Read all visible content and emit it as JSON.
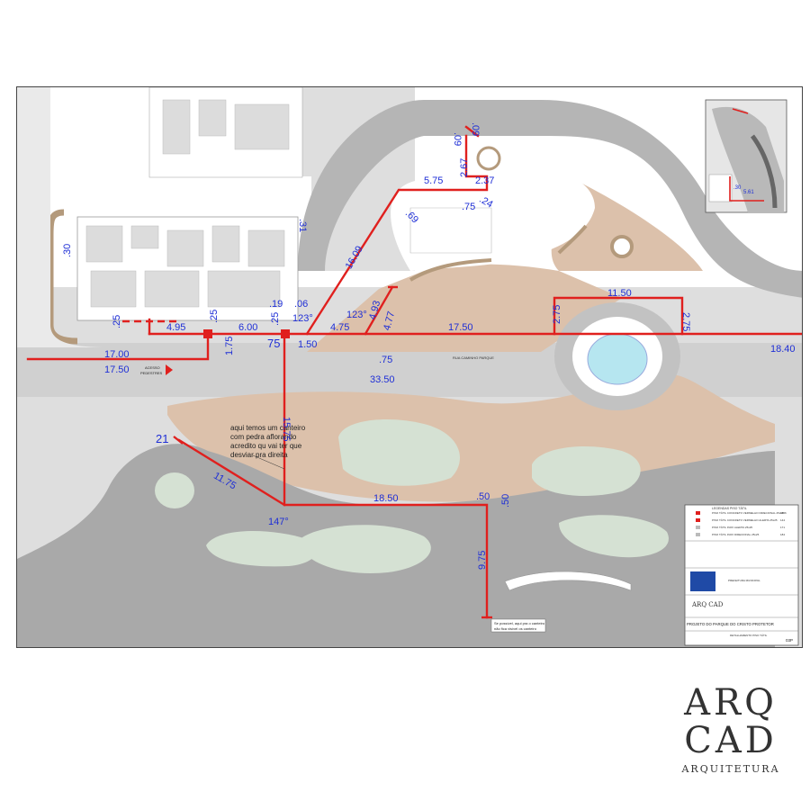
{
  "plan": {
    "title": "PROJETO DO PARQUE DO CRISTO PROTETOR",
    "sheet_number": "03P",
    "notes": {
      "canteiro": [
        "aqui temos um canteiro",
        "com pedra aflorando",
        "acredito qu vai ter que",
        "desviar pra direita"
      ],
      "bottom": [
        "Se possível, aqui pra o canteiro",
        "não fica visível os canteiro"
      ],
      "street": "RUA CAMINHO PARQUE",
      "pedestre": [
        "ACESSO",
        "PEDESTRES"
      ]
    },
    "dimensions": [
      "17.00",
      "17.50",
      "4.95",
      ".25",
      "6.00",
      ".25",
      ".25",
      "1.75",
      "75",
      ".19",
      ".06",
      "123°",
      "1.50",
      "4.75",
      "123°",
      "4.93",
      "4.77",
      "16.09",
      ".69",
      "5.75",
      "2.67",
      "2.37",
      ".09",
      ".09",
      ".75",
      ".24",
      ".31",
      "17.50",
      "2.75",
      "11.50",
      "2.75",
      "18.40",
      ".75",
      "33.50",
      "15.75",
      "21",
      "11.75",
      "147°",
      "18.50",
      ".50",
      ".50",
      "9.75",
      ".30"
    ],
    "inset_dimensions": [
      "5.61",
      ".30"
    ]
  },
  "legend": {
    "title": "LEGENDAS PISO TÁTIL",
    "rows": [
      "PISO TÁTIL CONCRETO VERMELHO DIRECIONAL 25x25",
      "PISO TÁTIL CONCRETO VERMELHO ALERTA 25x25",
      "PISO TÁTIL INOX ALERTA 25x25",
      "PISO TÁTIL INOX DIRECIONAL 25x25"
    ],
    "quantities": [
      "1456",
      "144",
      "171",
      "184"
    ],
    "logo_text": "ARQ CAD",
    "prefeitura": "PREFEITURA MUNICIPAL",
    "subtitle": "DETALHAMENTO PISO TÁTIL"
  },
  "brand": {
    "line1": "ARQ",
    "line2": "CAD",
    "line3": "ARQUITETURA"
  },
  "colors": {
    "route": "#e0201e",
    "dimension": "#1f2fd6",
    "paving": "#cfcfcf",
    "path": "#a9a9a9",
    "sand": "#dcc1ab",
    "lawn": "#d5e1d3",
    "wood": "#b49a7c"
  }
}
